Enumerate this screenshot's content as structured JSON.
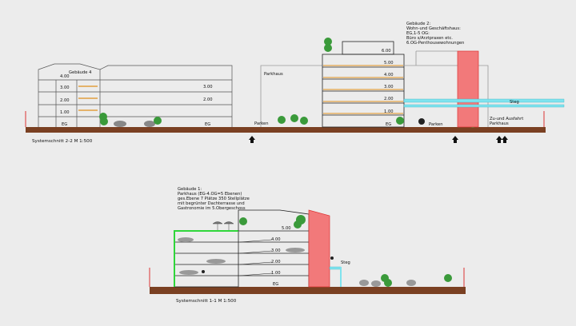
{
  "section_top": {
    "caption": "Systemschnitt  2-2      M  1:500",
    "building4": {
      "label": "Gebäude 4",
      "floors": [
        "4.00",
        "3.00",
        "2.00",
        "1.00",
        "EG"
      ],
      "right_block_floors": [
        "3.00",
        "2.00",
        "EG"
      ]
    },
    "parkhaus_label": "Parkhaus",
    "parken_left": "Parken",
    "parken_right": "Parken",
    "building2": {
      "label_lines": [
        "Gebäude 2:",
        "Wohn-und Geschäftshaus:",
        "EG,1-5 OG:",
        "Büro s/Arztpraxen etc.",
        "6.OG-Penthousewohnungen"
      ],
      "floors": [
        "6.00",
        "5.00",
        "4.00",
        "3.00",
        "2.00",
        "1.00",
        "EG"
      ]
    },
    "steg_label": "Steg",
    "zufahrt_lines": [
      "Zu-und  Ausfahrt",
      "Parkhaus"
    ]
  },
  "section_bottom": {
    "caption": "Systemschnitt  1-1      M  1:500",
    "building1": {
      "label_lines": [
        "Gebäude 1:",
        "Parkhaus (EG-4.OG=5 Ebenen)",
        "ges.Ebene 7 Plätze  350  Stellplätze",
        "mit begrünter Dachterrasse  und",
        "Gastronomie  im  5.Obergeschoss"
      ],
      "floors": [
        "5.00",
        "4.00",
        "3.00",
        "2.00",
        "1.00",
        "EG"
      ]
    },
    "steg_label": "Steg"
  },
  "colors": {
    "ground": "#7a4022",
    "red_core": "#f2797a",
    "green_edge": "#2fd63a",
    "steg_cyan": "#7fe3ee",
    "floor_orange": "#e0901c",
    "tree_green": "#3a9a3a"
  }
}
